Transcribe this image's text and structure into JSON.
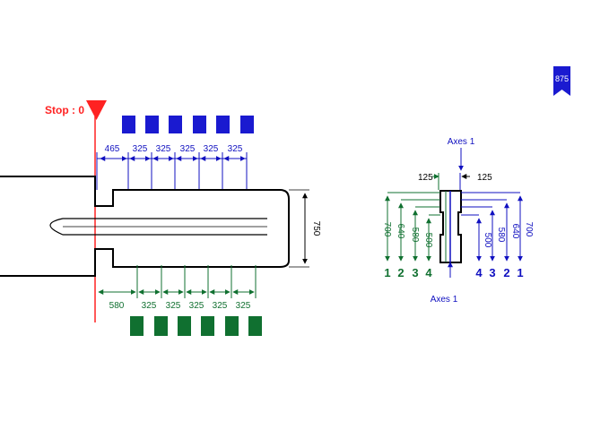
{
  "stop_label": "Stop : 0",
  "page_badge": "875",
  "top_dims": [
    "465",
    "325",
    "325",
    "325",
    "325",
    "325"
  ],
  "bottom_dims": [
    "580",
    "325",
    "325",
    "325",
    "325",
    "325"
  ],
  "height_dim": "750",
  "axes_top": "Axes 1",
  "axes_bottom": "Axes 1",
  "cs_width_left": "125",
  "cs_width_right": "125",
  "left_heights": [
    "700",
    "640",
    "580",
    "500"
  ],
  "right_heights": [
    "500",
    "580",
    "640",
    "700"
  ],
  "left_numbers": [
    "1",
    "2",
    "3",
    "4"
  ],
  "right_numbers": [
    "4",
    "3",
    "2",
    "1"
  ],
  "colors": {
    "blue": "#1010c0",
    "green": "#107030",
    "red": "#ff2222",
    "badge": "#1a1ad0"
  }
}
